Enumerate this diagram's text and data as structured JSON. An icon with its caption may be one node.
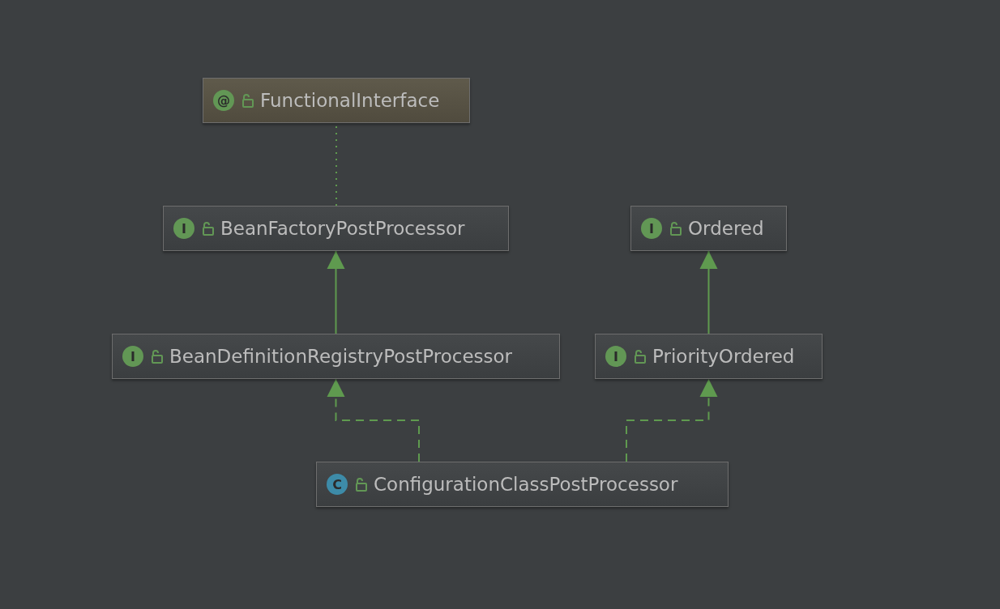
{
  "diagram": {
    "nodes": [
      {
        "text": [
          "@",
          "FunctionalInterface"
        ]
      },
      {
        "text": [
          "I",
          "BeanFactoryPostProcessor"
        ]
      },
      {
        "text": [
          "I",
          "Ordered"
        ]
      },
      {
        "text": [
          "I",
          "BeanDefinitionRegistryPostProcessor"
        ]
      },
      {
        "text": [
          "I",
          "PriorityOrdered"
        ]
      },
      {
        "text": [
          "C",
          "ConfigurationClassPostProcessor"
        ]
      }
    ],
    "edges": [
      {
        "from": 1,
        "to": 0,
        "arrow": "none",
        "style": "dashed"
      },
      {
        "from": 3,
        "to": 1,
        "arrow": "to"
      },
      {
        "from": 4,
        "to": 2,
        "arrow": "to"
      },
      {
        "from": 5,
        "to": 3,
        "arrow": "to",
        "style": "dashed"
      },
      {
        "from": 5,
        "to": 4,
        "arrow": "to",
        "style": "dashed"
      }
    ]
  }
}
